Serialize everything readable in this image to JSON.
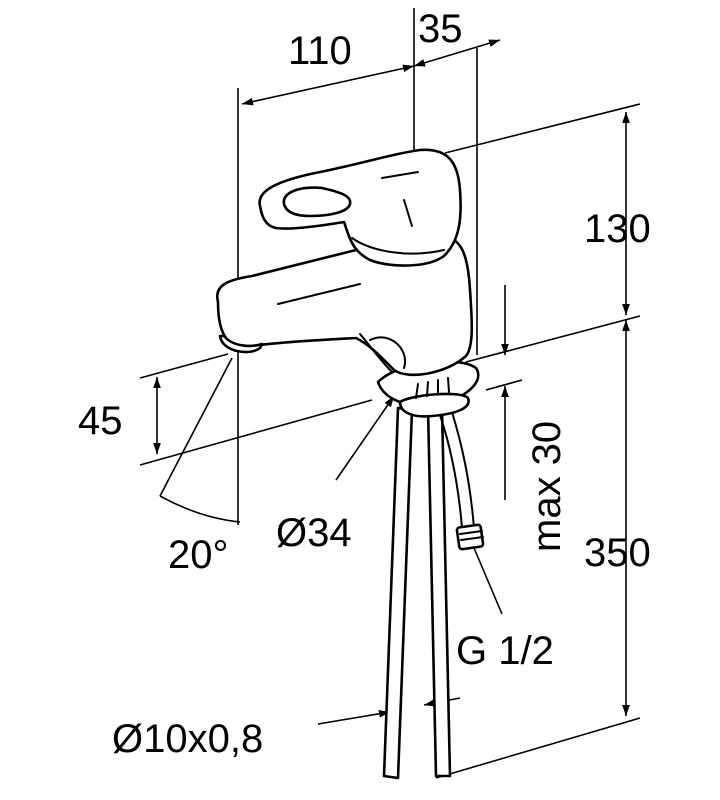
{
  "dimensions": {
    "width_handle": "110",
    "width_offset": "35",
    "height_top": "130",
    "height_total": "350",
    "spout_height": "45",
    "spout_angle": "20°",
    "base_diameter": "Ø34",
    "max_thickness": "max 30",
    "connection_thread": "G 1/2",
    "tube_spec": "Ø10x0,8"
  }
}
